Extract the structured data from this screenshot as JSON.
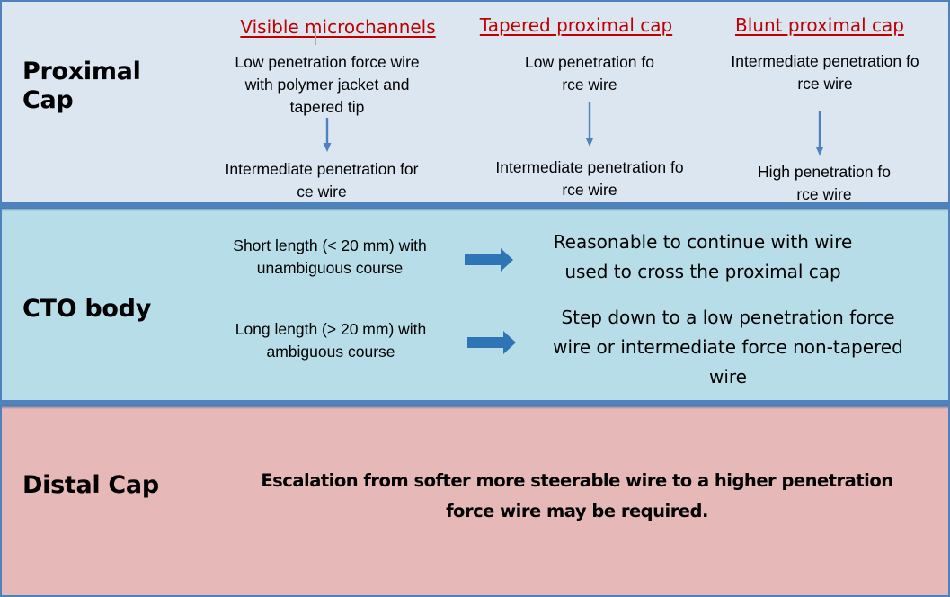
{
  "colors": {
    "border": "#4f81bd",
    "proximal_bg": "#dce6f1",
    "body_bg": "#b7dde8",
    "distal_bg": "#e6b8b7",
    "heading_red": "#c00000",
    "arrow_blue": "#2e75b6"
  },
  "proximal": {
    "title_line1": "Proximal",
    "title_line2": "Cap",
    "columns": [
      {
        "heading": "Visible microchannels",
        "start_lines": [
          "Low penetration force wire",
          "with polymer  jacket and",
          "tapered tip"
        ],
        "arrow_icon": "arrow-down-icon",
        "end_lines": [
          "Intermediate penetration for",
          "ce wire"
        ]
      },
      {
        "heading": "Tapered proximal cap",
        "start_lines": [
          "Low penetration fo",
          "rce wire"
        ],
        "arrow_icon": "arrow-down-icon",
        "end_lines": [
          "Intermediate penetration fo",
          "rce wire"
        ]
      },
      {
        "heading": "Blunt proximal cap",
        "start_lines": [
          "Intermediate penetration fo",
          "rce wire"
        ],
        "arrow_icon": "arrow-down-icon",
        "end_lines": [
          "High penetration fo",
          "rce wire"
        ]
      }
    ]
  },
  "cto_body": {
    "title": "CTO body",
    "rows": [
      {
        "condition_lines": [
          "Short length (< 20 mm) with",
          "unambiguous course"
        ],
        "arrow_icon": "arrow-right-icon",
        "result_lines": [
          "Reasonable to continue with wire",
          "used to cross the proximal cap"
        ]
      },
      {
        "condition_lines": [
          "Long length (> 20 mm) with",
          "ambiguous course"
        ],
        "arrow_icon": "arrow-right-icon",
        "result_lines": [
          "Step down to a low penetration force",
          "wire or intermediate force non-tapered",
          "wire"
        ]
      }
    ]
  },
  "distal": {
    "title": "Distal Cap",
    "text_lines": [
      "Escalation from softer more steerable wire to a higher penetration",
      "force wire may be required."
    ]
  }
}
